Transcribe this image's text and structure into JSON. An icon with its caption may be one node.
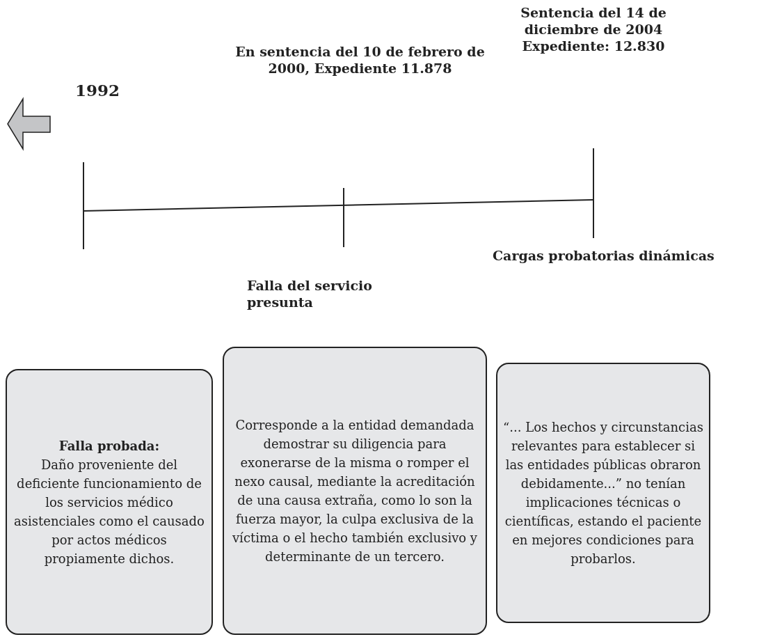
{
  "diagram": {
    "nodes": [
      {
        "text": [
          "Falla probada:",
          "Daño proveniente del deficiente funcionamiento de los servicios médico asistenciales como el causado por actos médicos propiamente dichos."
        ]
      },
      {
        "text": [
          "Corresponde a la entidad demandada demostrar su diligencia para exonerarse de la misma o romper el nexo causal, mediante la acreditación de una causa extraña, como lo son la fuerza mayor, la culpa exclusiva de la víctima o el hecho también exclusivo y determinante de un tercero."
        ]
      },
      {
        "text": [
          "“... Los hechos y circunstancias relevantes para establecer si las entidades públicas obraron debidamente...” no tenían implicaciones técnicas o científicas, estando el paciente en mejores condiciones para probarlos."
        ]
      }
    ],
    "labels": [
      "Sentencia del 14 de diciembre de 2004 Expediente: 12.830",
      "En sentencia del 10 de febrero de 2000, Expediente 11.878",
      "1992",
      "Cargas probatorias dinámicas",
      "Falla del servicio presunta"
    ]
  }
}
